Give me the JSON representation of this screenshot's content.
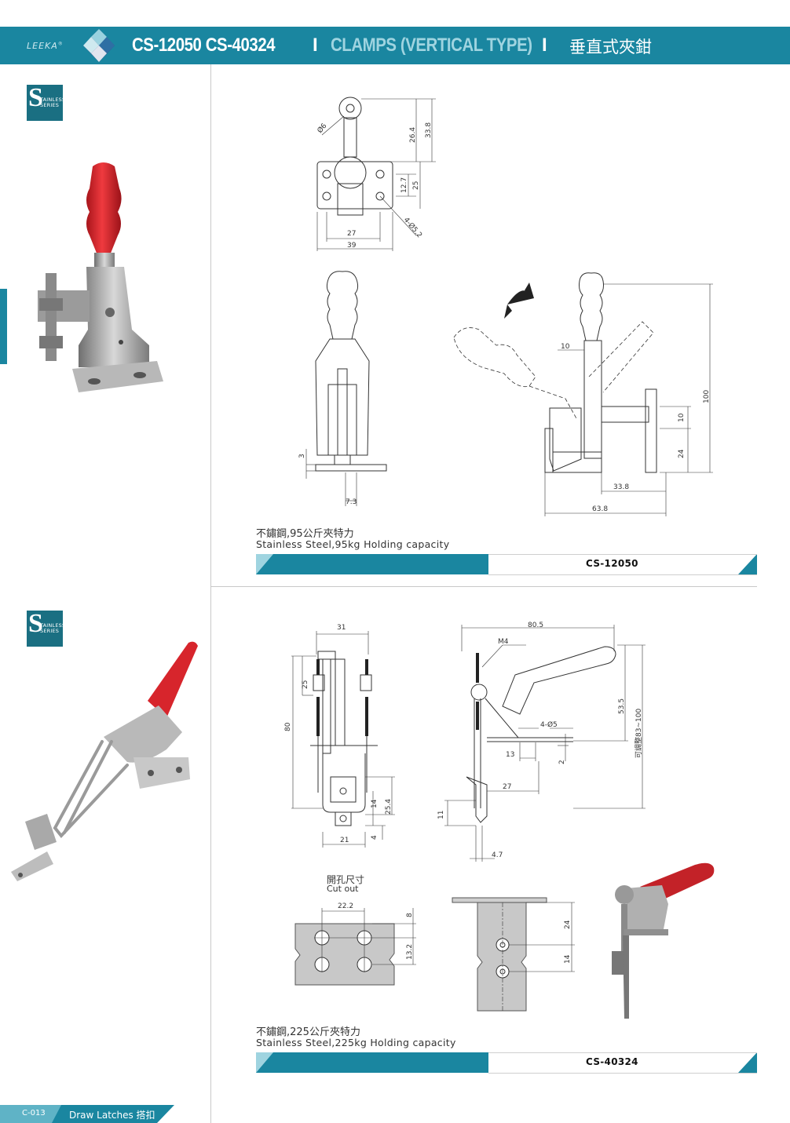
{
  "header": {
    "brand": "LEEKA",
    "brand_mark": "®",
    "models": "CS-12050 CS-40324",
    "separator": "I",
    "type_en": "CLAMPS (VERTICAL TYPE)",
    "type_cn": "垂直式夾鉗"
  },
  "badge": {
    "letter": "S",
    "line1": "TAINLESS",
    "line2": "SERIES"
  },
  "product1": {
    "caption_cn": "不鏽鋼,95公斤夾特力",
    "caption_en": "Stainless Steel,95kg Holding capacity",
    "model": "CS-12050",
    "dims_top": [
      "Ø6",
      "26.4",
      "33.8",
      "12.7",
      "25",
      "4-Ø5.2",
      "27",
      "39"
    ],
    "dims_front": [
      "3",
      "7.3"
    ],
    "dims_side": [
      "10",
      "10",
      "24",
      "100",
      "33.8",
      "63.8"
    ]
  },
  "product2": {
    "caption_cn": "不鏽鋼,225公斤夾特力",
    "caption_en": "Stainless Steel,225kg Holding capacity",
    "model": "CS-40324",
    "dims_front": [
      "31",
      "25",
      "80",
      "14",
      "25.4",
      "4",
      "21"
    ],
    "dims_side": [
      "80.5",
      "M4",
      "4-Ø5",
      "53.5",
      "可調整83~100",
      "13",
      "2",
      "27",
      "11",
      "4.7"
    ],
    "cutout_cn": "開孔尺寸",
    "cutout_en": "Cut out",
    "dims_cutout": [
      "22.2",
      "8",
      "13.2"
    ],
    "dims_plate": [
      "24",
      "14"
    ]
  },
  "footer": {
    "code": "C-013",
    "text": "Draw Latches 搭扣"
  },
  "colors": {
    "teal": "#1a86a0",
    "light_teal": "#9fd4e0",
    "handle_red": "#d7252c"
  }
}
